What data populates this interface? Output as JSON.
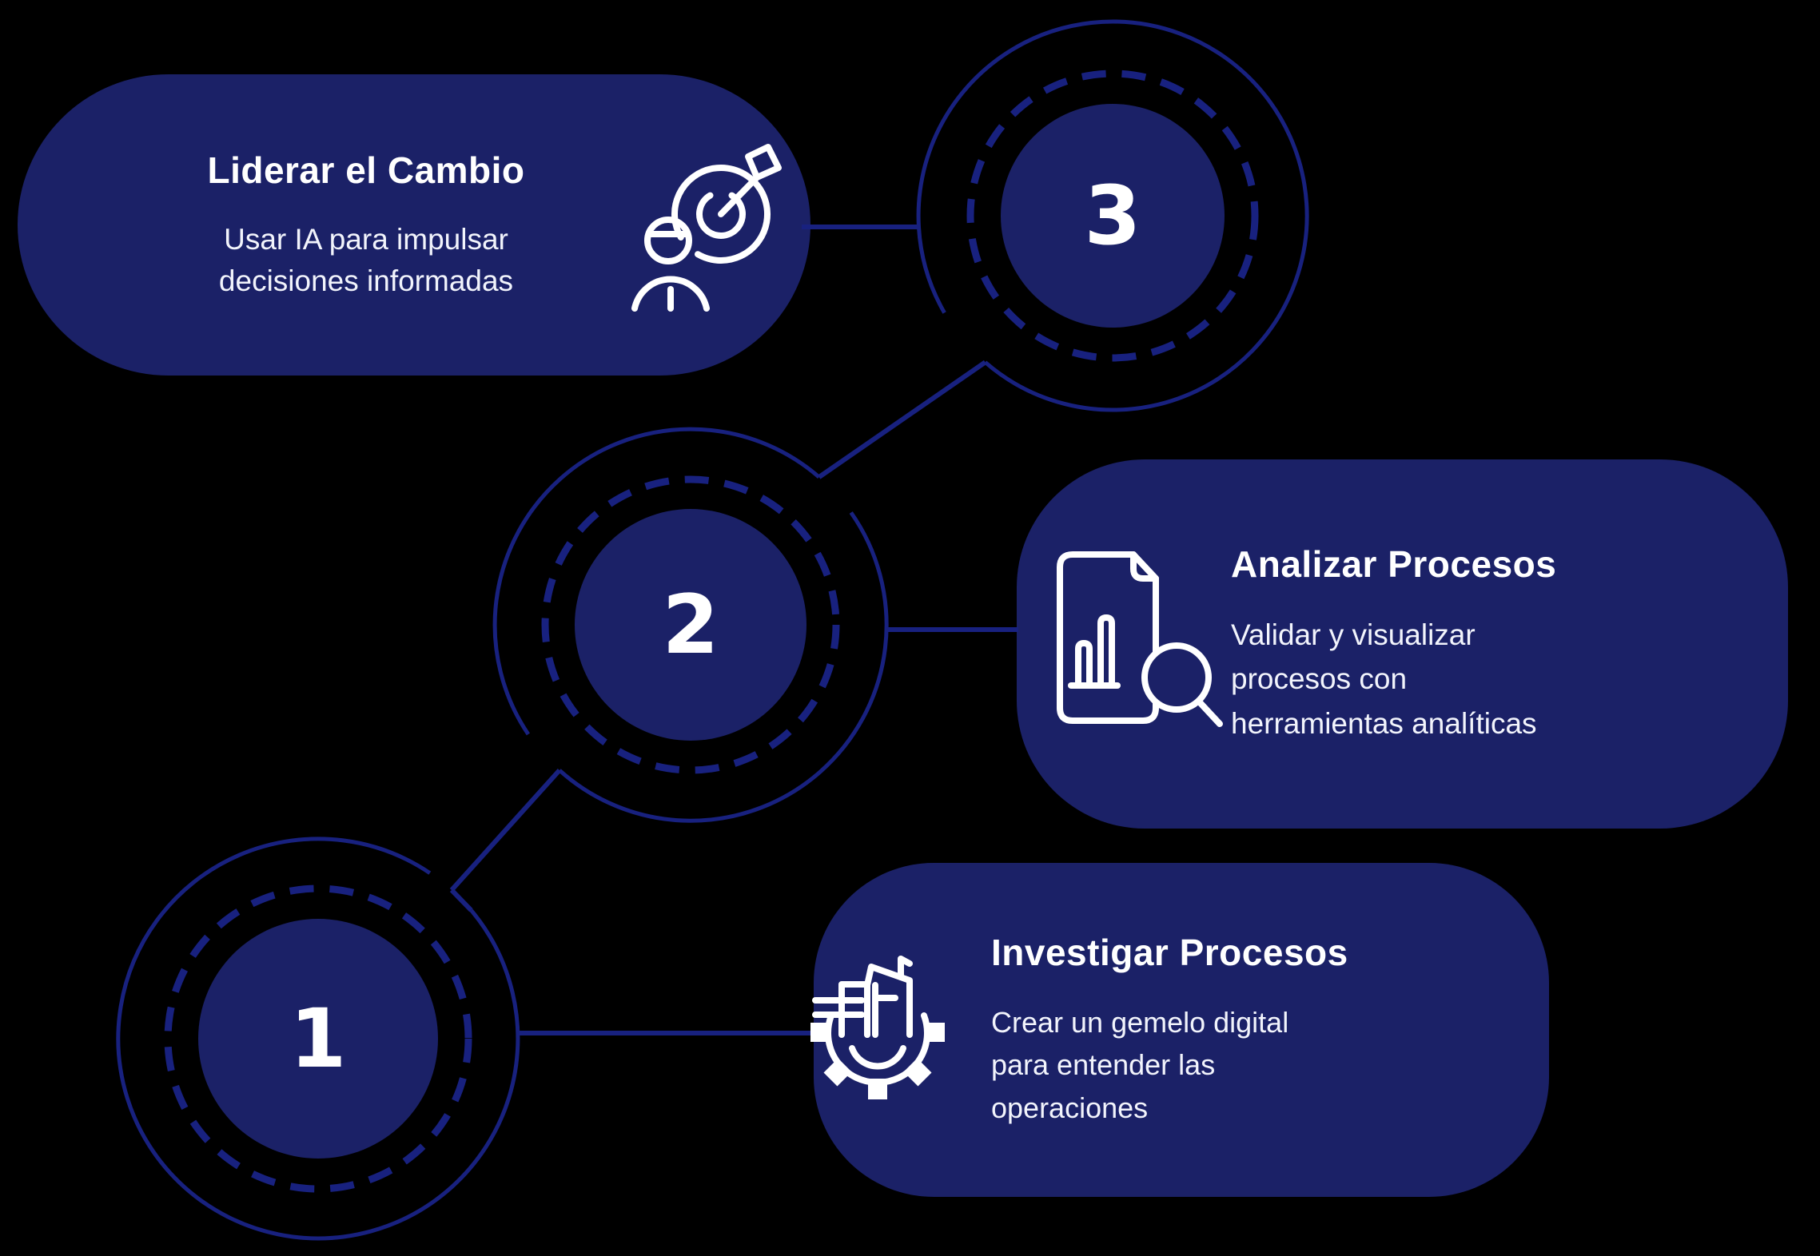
{
  "colors": {
    "background": "#000000",
    "shape_fill": "#1b2167",
    "line_stroke": "#18217f",
    "icon_stroke": "#ffffff",
    "title_text": "#ffffff",
    "body_text": "#f2f4fc"
  },
  "steps": [
    {
      "number": "1",
      "title": "Investigar Procesos",
      "description": "Crear un gemelo digital\npara entender las\noperaciones",
      "icon": "factory-gear-icon"
    },
    {
      "number": "2",
      "title": "Analizar Procesos",
      "description": "Validar y visualizar\nprocesos con\nherramientas analíticas",
      "icon": "document-chart-magnifier-icon"
    },
    {
      "number": "3",
      "title": "Liderar el Cambio",
      "description": "Usar IA para impulsar\ndecisiones informadas",
      "icon": "person-target-icon"
    }
  ]
}
